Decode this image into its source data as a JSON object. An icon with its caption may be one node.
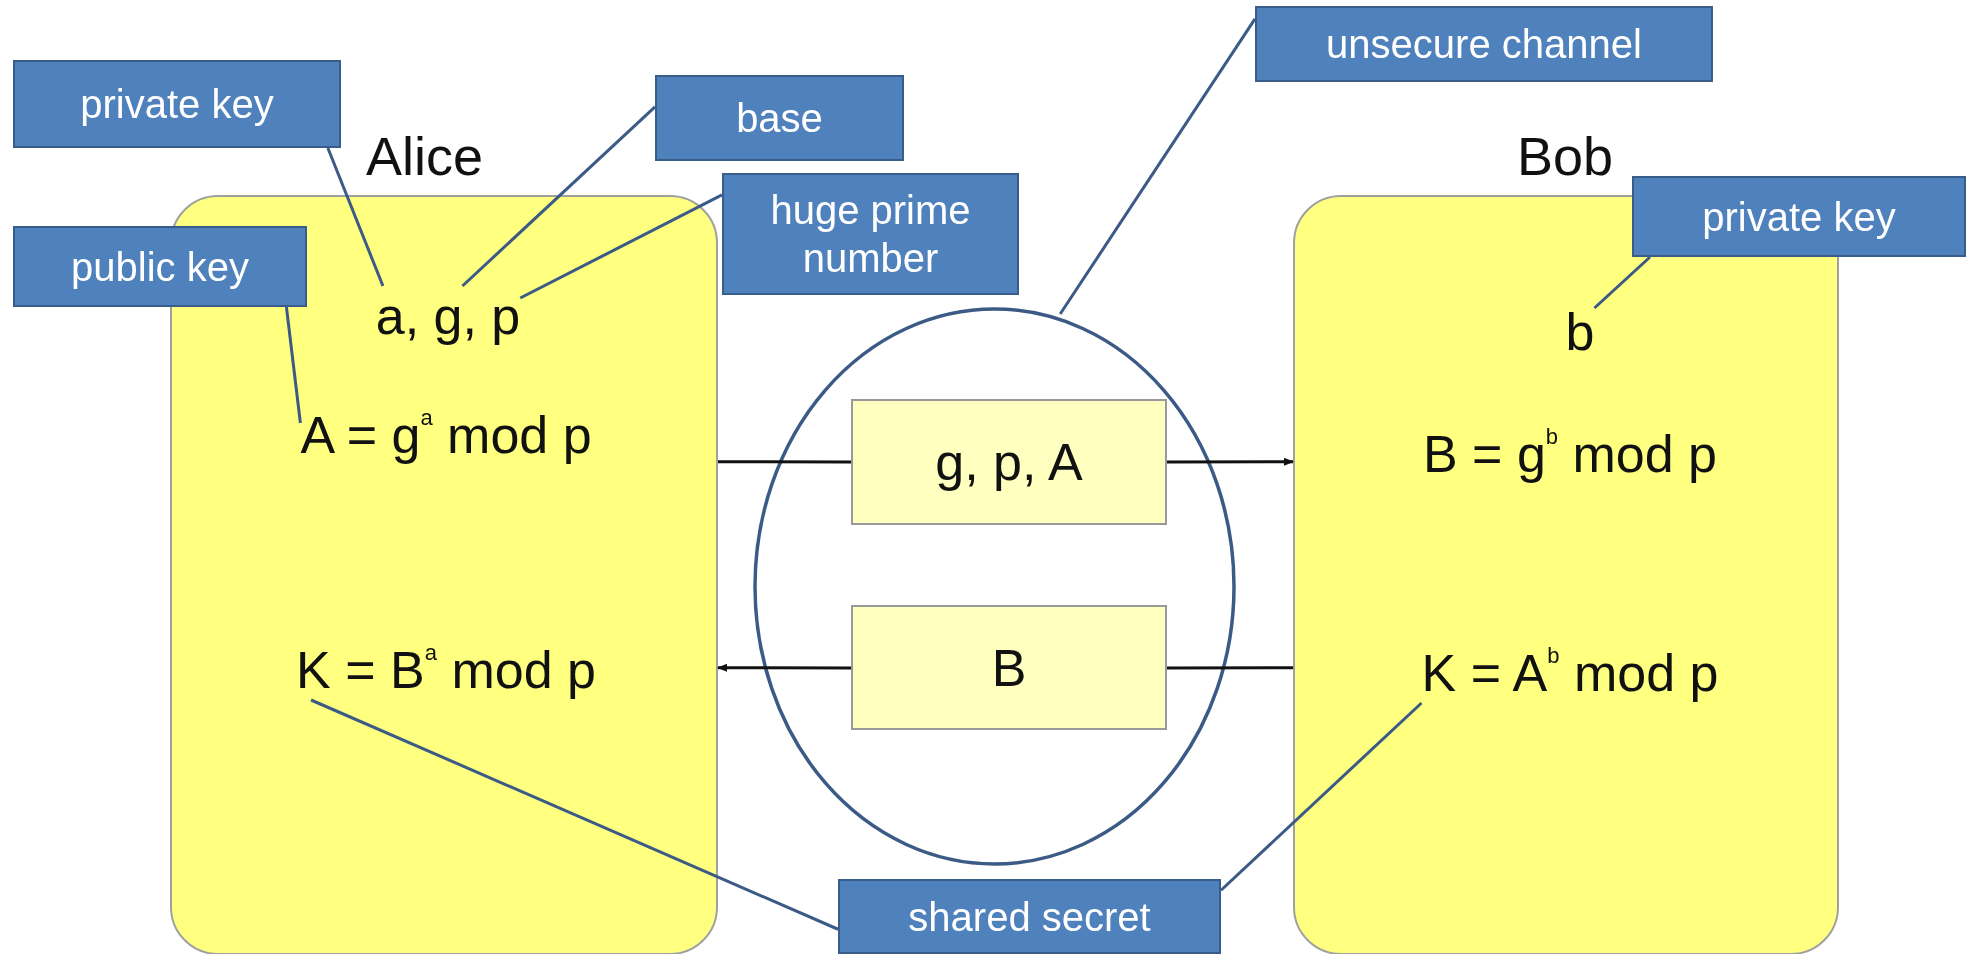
{
  "diagram": {
    "nodes": [
      {
        "text": [
          "Alice"
        ]
      },
      {
        "text": [
          "a, g, p"
        ],
        "in": 0
      },
      {
        "text": [
          "A = g$^{a}$ mod p"
        ],
        "in": 0
      },
      {
        "text": [
          "K = B$^{a}$ mod p"
        ],
        "in": 0
      },
      {
        "text": [
          "Bob"
        ]
      },
      {
        "text": [
          "b"
        ],
        "in": 4
      },
      {
        "text": [
          "B = g$^{b}$ mod p"
        ],
        "in": 4
      },
      {
        "text": [
          "K = A$^{b}$ mod p"
        ],
        "in": 4
      },
      {
        "text": [],
        "shape": "circle"
      },
      {
        "text": [
          "g, p, A"
        ],
        "in": 8
      },
      {
        "text": [
          "B"
        ],
        "in": 8
      },
      {
        "text": [
          "private key"
        ]
      },
      {
        "text": [
          "base"
        ]
      },
      {
        "text": [
          "huge prime number"
        ]
      },
      {
        "text": [
          "public key"
        ]
      },
      {
        "text": [
          "unsecure channel"
        ]
      },
      {
        "text": [
          "private key"
        ]
      },
      {
        "text": [
          "shared secret"
        ]
      }
    ],
    "edges": [
      {
        "from": 0,
        "to": 9,
        "arrow": "none",
        "color": "#111111"
      },
      {
        "from": 9,
        "to": 4,
        "arrow": "to",
        "color": "#111111"
      },
      {
        "from": 4,
        "to": 10,
        "arrow": "none",
        "color": "#111111"
      },
      {
        "from": 10,
        "to": 0,
        "arrow": "to",
        "color": "#111111"
      },
      {
        "from": 11,
        "to": 1,
        "arrow": "none"
      },
      {
        "from": 12,
        "to": 1,
        "arrow": "none"
      },
      {
        "from": 13,
        "to": 1,
        "arrow": "none"
      },
      {
        "from": 14,
        "to": 2,
        "arrow": "none"
      },
      {
        "from": 15,
        "to": 8,
        "arrow": "none"
      },
      {
        "from": 16,
        "to": 5,
        "arrow": "none"
      },
      {
        "from": 17,
        "to": 3,
        "arrow": "none"
      },
      {
        "from": 17,
        "to": 7,
        "arrow": "none"
      }
    ]
  }
}
